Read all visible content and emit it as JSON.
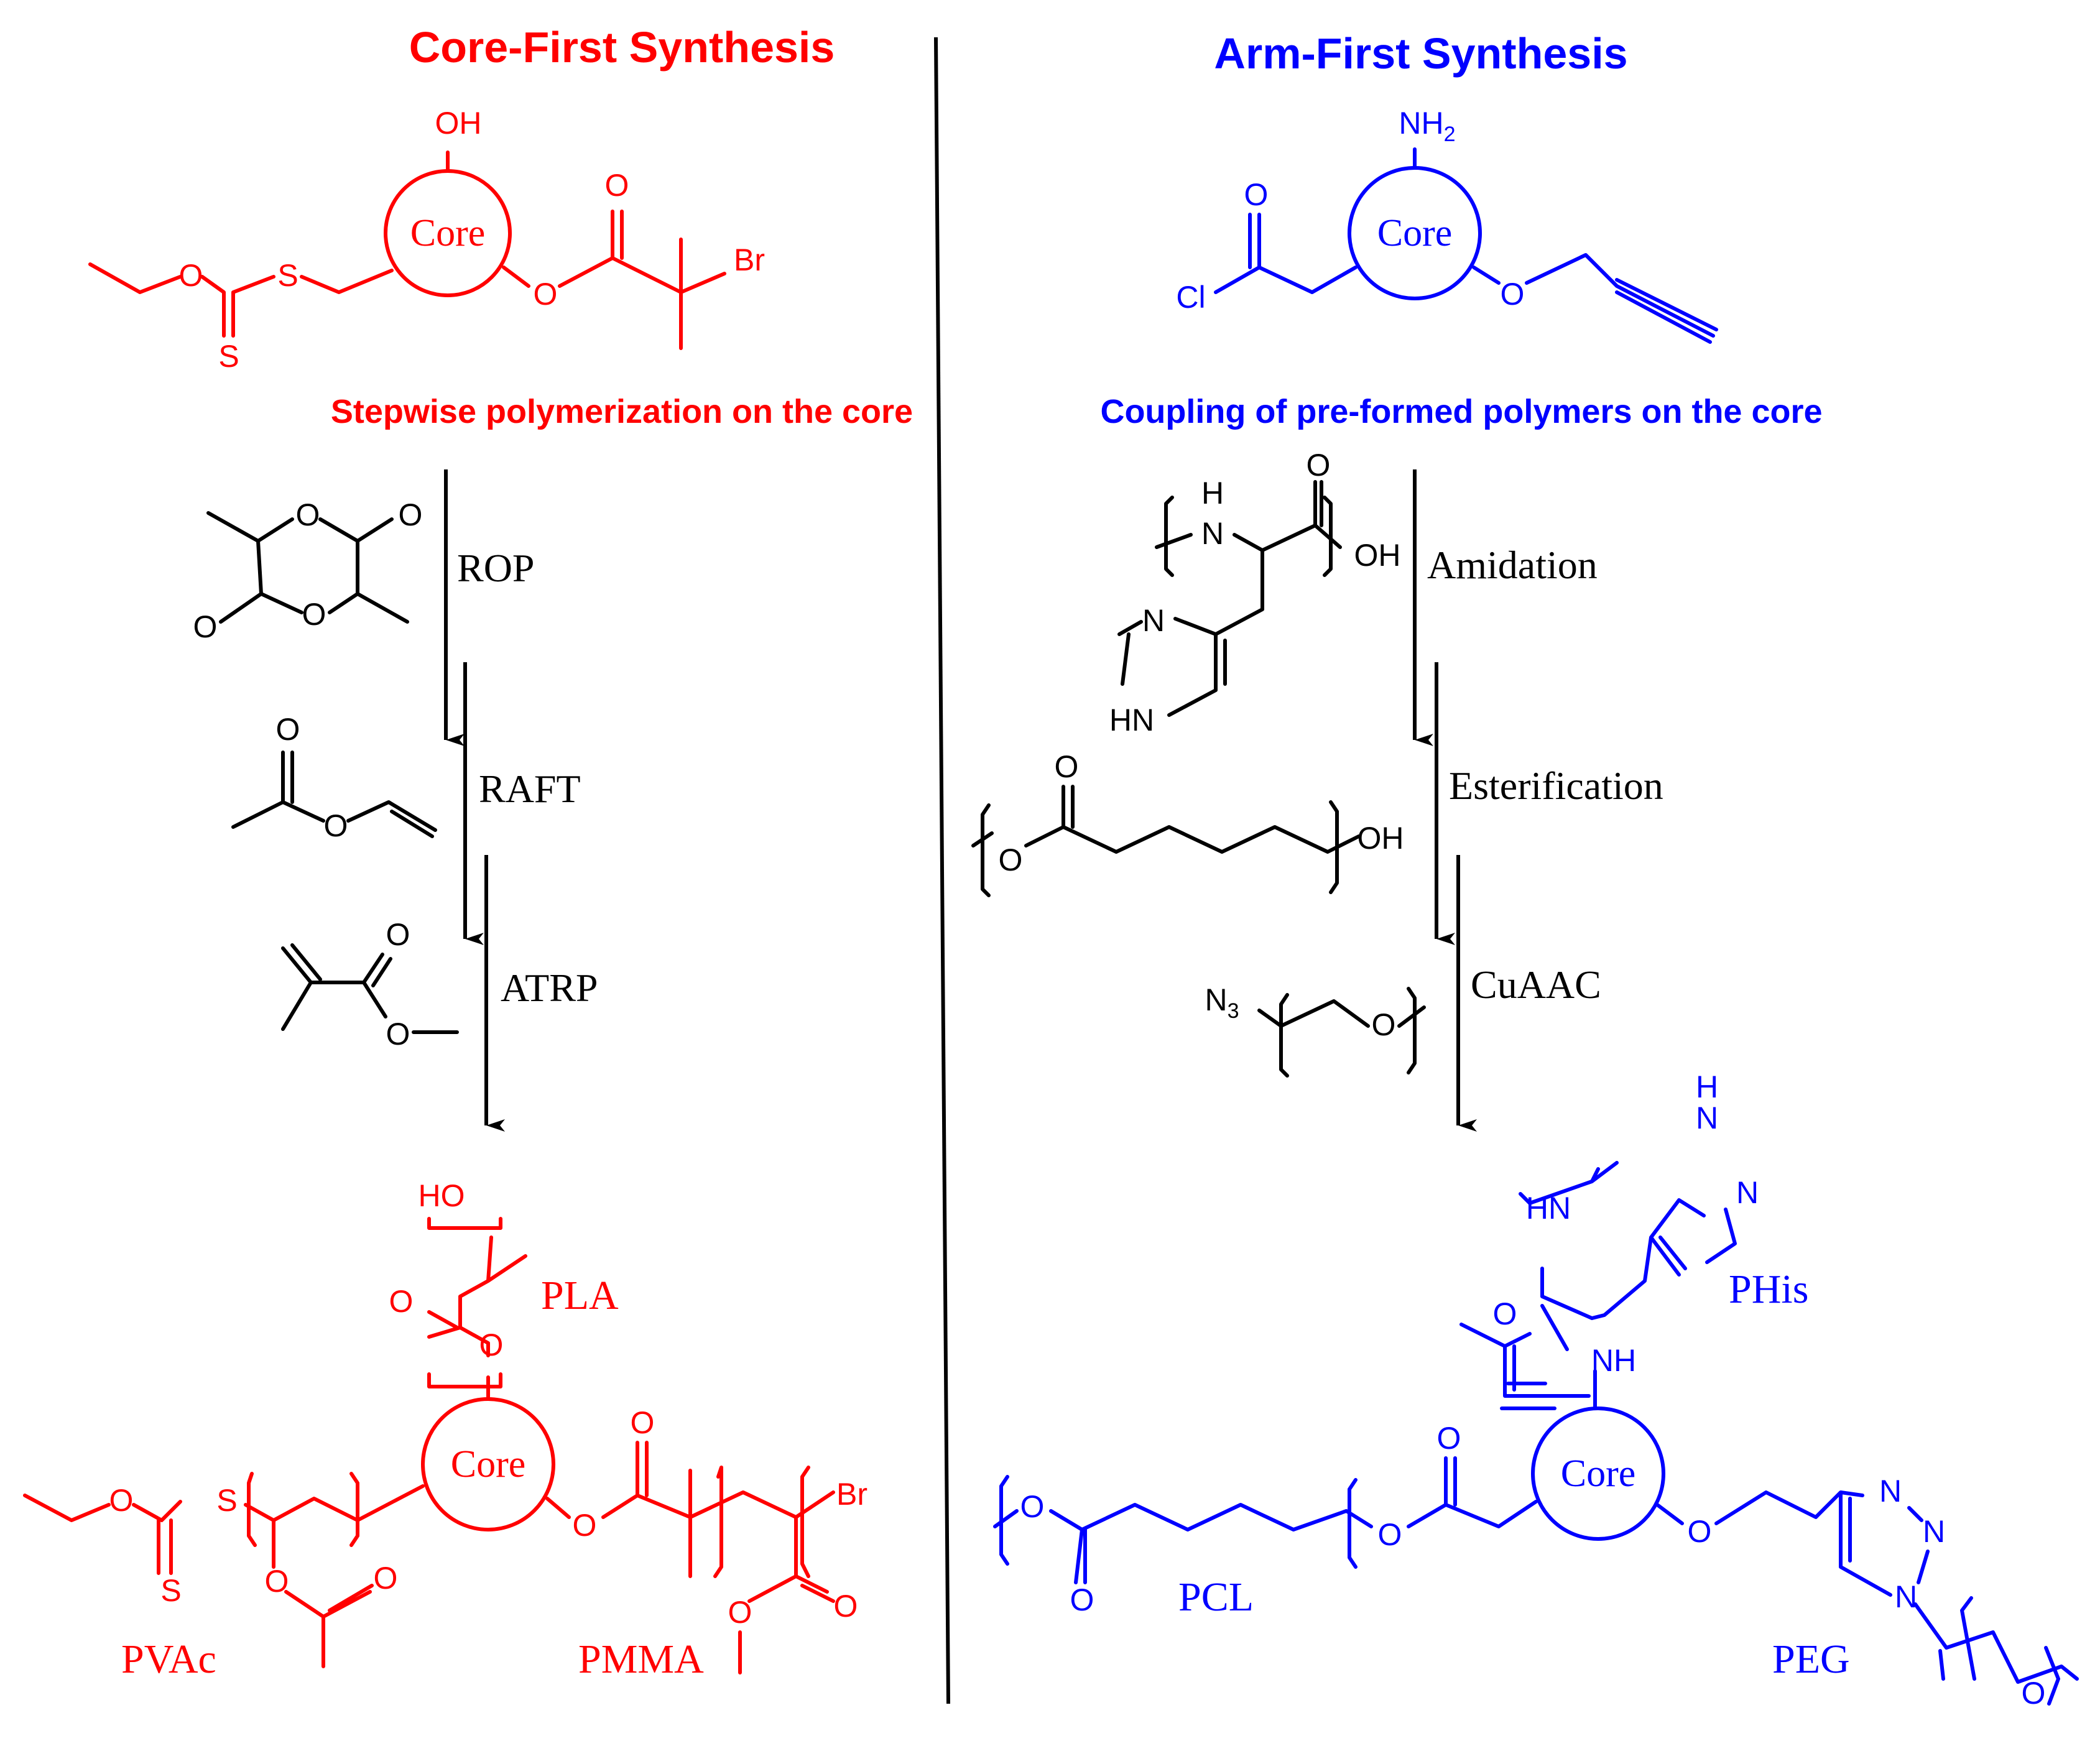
{
  "colors": {
    "core_first": "#ff0000",
    "arm_first": "#0000ff",
    "reagents": "#000000"
  },
  "core_first": {
    "title": "Core-First Synthesis",
    "subtitle": "Stepwise polymerization on the core",
    "initiator": {
      "core": "Core",
      "oh": "OH",
      "o_ester": "O",
      "o_carbonyl": "O",
      "br": "Br",
      "o_xanthate": "O",
      "s1": "S",
      "s2": "S"
    },
    "steps": [
      {
        "label": "ROP",
        "o1": "O",
        "o2": "O",
        "o3": "O",
        "o4": "O"
      },
      {
        "label": "RAFT",
        "o1": "O",
        "o2": "O"
      },
      {
        "label": "ATRP",
        "o1": "O",
        "o2": "O"
      }
    ],
    "product": {
      "core": "Core",
      "ho": "HO",
      "o1": "O",
      "o2": "O",
      "o3": "O",
      "o4": "O",
      "o5": "O",
      "o6": "O",
      "o7": "O",
      "o8": "O",
      "o9": "O",
      "s1": "S",
      "s2": "S",
      "br": "Br",
      "pla": "PLA",
      "pvac": "PVAc",
      "pmma": "PMMA"
    }
  },
  "arm_first": {
    "title": "Arm-First Synthesis",
    "subtitle": "Coupling of pre-formed polymers on the core",
    "initiator": {
      "core": "Core",
      "nh2": "NH",
      "nh2_sub": "2",
      "o_carbonyl": "O",
      "cl": "Cl",
      "o_ether": "O"
    },
    "steps": [
      {
        "label": "Amidation",
        "h": "H",
        "n_amine": "N",
        "o": "O",
        "oh": "OH",
        "n_ring": "N",
        "hn_ring": "HN"
      },
      {
        "label": "Esterification",
        "o1": "O",
        "o2": "O",
        "oh": "OH"
      },
      {
        "label": "CuAAC",
        "n3": "N",
        "n3_sub": "3",
        "o": "O"
      }
    ],
    "product": {
      "core": "Core",
      "h_top": "H",
      "n_top": "N",
      "n_ring": "N",
      "hn": "HN",
      "o_amide": "O",
      "nh": "NH",
      "o1": "O",
      "o2": "O",
      "o3": "O",
      "o4": "O",
      "o5": "O",
      "o6": "O",
      "n1": "N",
      "n2": "N",
      "n3": "N",
      "phis": "PHis",
      "pcl": "PCL",
      "peg": "PEG"
    }
  }
}
